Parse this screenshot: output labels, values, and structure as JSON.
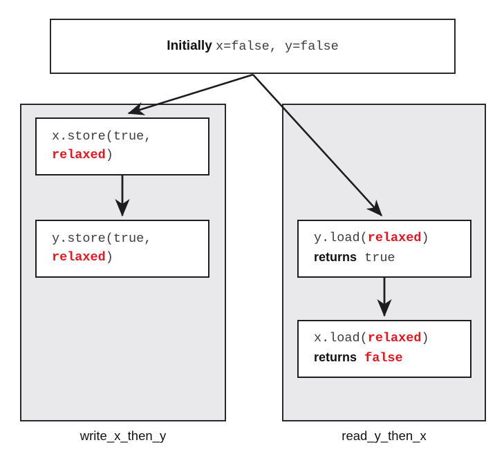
{
  "diagram": {
    "title_box": {
      "prefix": "Initially",
      "values": "x=false, y=false"
    },
    "threads": [
      {
        "name": "write_x_then_y",
        "label": "write_x_then_y",
        "ops": [
          {
            "id": "x-store",
            "line1_pre": "x.store(true,",
            "line2_kw": "relaxed",
            "line2_post": ")"
          },
          {
            "id": "y-store",
            "line1_pre": "y.store(true,",
            "line2_kw": "relaxed",
            "line2_post": ")"
          }
        ]
      },
      {
        "name": "read_y_then_x",
        "label": "read_y_then_x",
        "ops": [
          {
            "id": "y-load",
            "call_pre": "y.load(",
            "call_kw": "relaxed",
            "call_post": ")",
            "returns_label": "returns",
            "returns_value": "true"
          },
          {
            "id": "x-load",
            "call_pre": "x.load(",
            "call_kw": "relaxed",
            "call_post": ")",
            "returns_label": "returns",
            "returns_value": "false"
          }
        ]
      }
    ],
    "colors": {
      "keyword_red": "#e8141e",
      "thread_background": "#e9e9eb",
      "box_border": "#1d1d20",
      "text": "#3c3c42"
    }
  }
}
